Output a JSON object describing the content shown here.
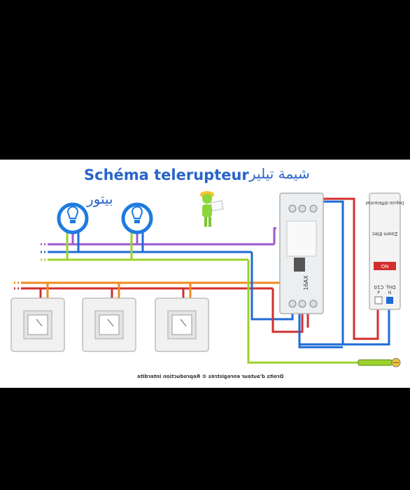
{
  "header": {
    "title": "Schéma telerupteur",
    "title_ar": "شيمة تيلير",
    "subtitle_ar": "بيتور"
  },
  "relay": {
    "rating": "16AX"
  },
  "breaker": {
    "depuis_label": "Depuis différentiel",
    "brand_label": "Zoom Elec",
    "on_label": "ON",
    "model_label": "Disj. C10",
    "terminal_p": "P",
    "terminal_n": "N"
  },
  "footer": {
    "copyright": "Droits d'auteur enregistrés © Reproduction interdite"
  },
  "colors": {
    "background": "#ffffff",
    "frame": "#000000",
    "title_blue": "#2a64c8",
    "wire_phase": "#d32f2f",
    "wire_neutral": "#1e6bd6",
    "wire_earth": "#9bd12a",
    "wire_control": "#f08a1e",
    "wire_return": "#9b59d0",
    "lamp_blue": "#1e7be0"
  },
  "icons": [
    "lamp-icon",
    "worker-icon",
    "switch-icon",
    "relay-icon",
    "breaker-icon",
    "ground-icon"
  ]
}
